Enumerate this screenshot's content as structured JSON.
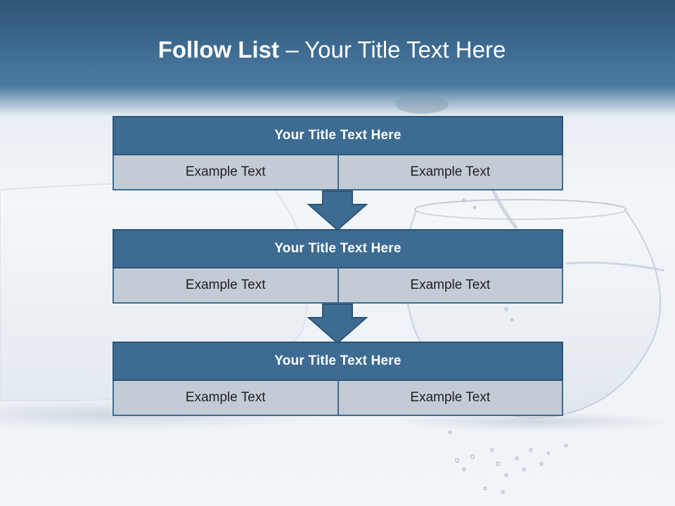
{
  "title": {
    "strong": "Follow List",
    "separator": "–",
    "rest": "Your Title Text Here"
  },
  "blocks": [
    {
      "header": "Your Title Text Here",
      "left": "Example Text",
      "right": "Example Text"
    },
    {
      "header": "Your Title Text Here",
      "left": "Example Text",
      "right": "Example Text"
    },
    {
      "header": "Your Title Text Here",
      "left": "Example Text",
      "right": "Example Text"
    }
  ],
  "colors": {
    "header_fill": "#3d6b92",
    "cell_fill": "#c3cbd5",
    "title_band": "#3f6c92"
  }
}
